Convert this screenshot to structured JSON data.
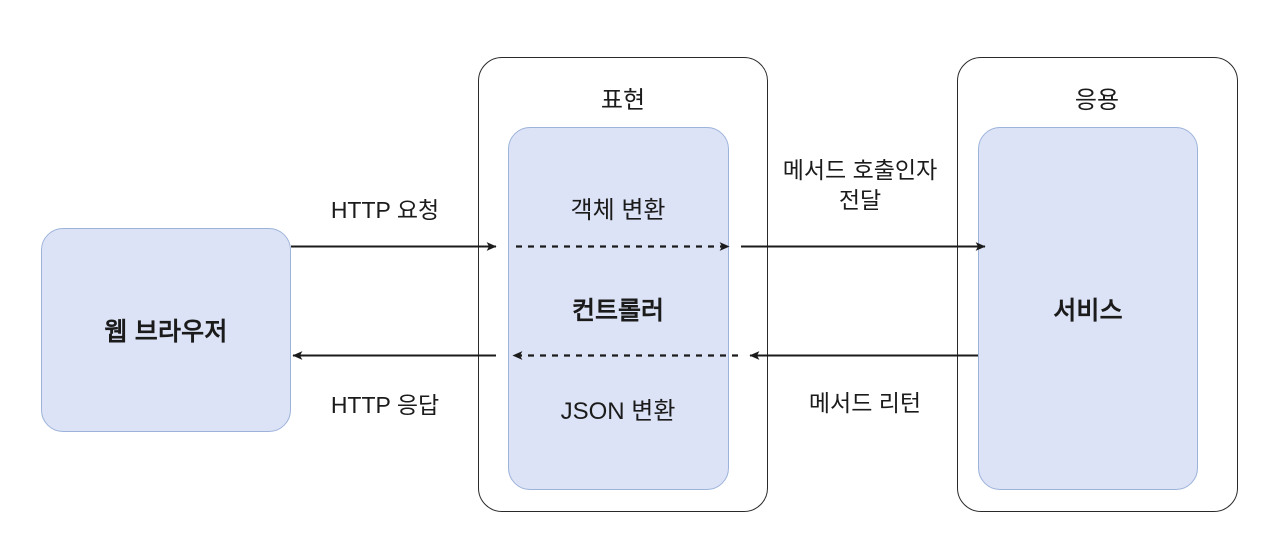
{
  "diagram": {
    "title_present": false,
    "colors": {
      "node_fill": "#dce3f6",
      "node_border": "#9db3da",
      "container_border": "#2a2a2a",
      "line": "#1b1b1b",
      "background": "#ffffff",
      "text": "#1b1b1b"
    },
    "nodes": {
      "browser": {
        "label": "웹 브라우저"
      },
      "presentation_layer": {
        "title": "표현"
      },
      "controller": {
        "top_text": "객체 변환",
        "center_text": "컨트롤러",
        "bottom_text": "JSON 변환"
      },
      "application_layer": {
        "title": "응용"
      },
      "service": {
        "label": "서비스"
      }
    },
    "edges": {
      "http_request": {
        "label": "HTTP 요청",
        "direction": "right",
        "style": "solid"
      },
      "http_response": {
        "label": "HTTP 응답",
        "direction": "left",
        "style": "solid"
      },
      "object_convert": {
        "label": "",
        "direction": "right",
        "style": "dashed"
      },
      "json_convert": {
        "label": "",
        "direction": "left",
        "style": "dashed"
      },
      "method_call": {
        "label": "메서드 호출인자\n전달",
        "direction": "right",
        "style": "solid"
      },
      "method_return": {
        "label": "메서드 리턴",
        "direction": "left",
        "style": "solid"
      }
    }
  }
}
